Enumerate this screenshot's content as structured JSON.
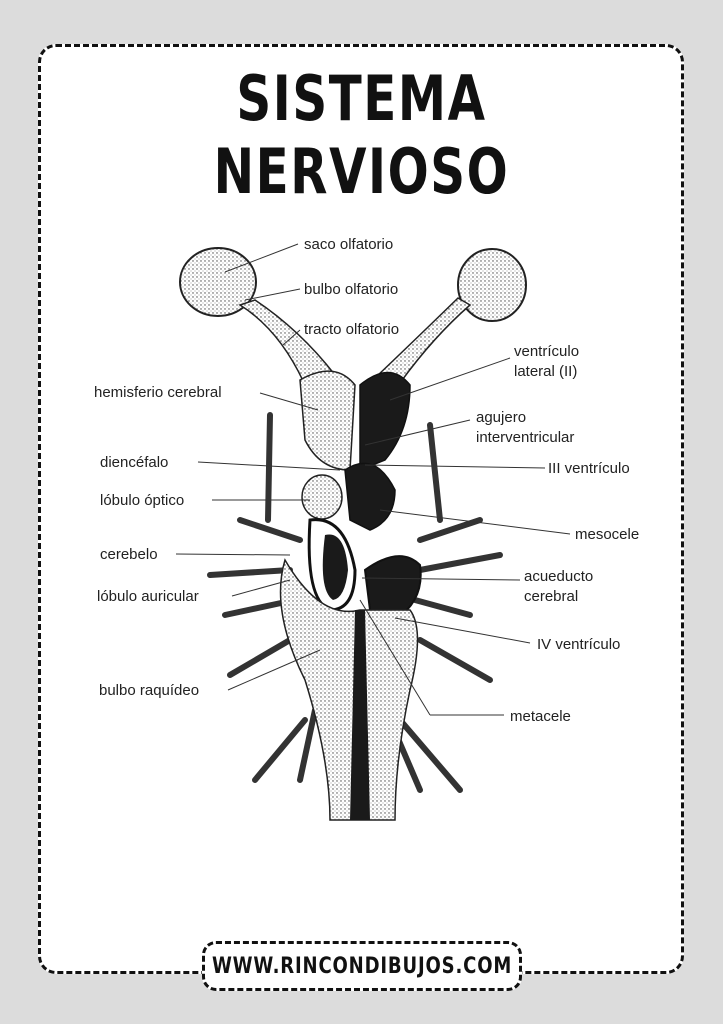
{
  "title": "SISTEMA NERVIOSO",
  "footer": "WWW.RINCONDIBUJOS.COM",
  "labels": {
    "saco_olfatorio": "saco olfatorio",
    "bulbo_olfatorio": "bulbo olfatorio",
    "tracto_olfatorio": "tracto olfatorio",
    "ventriculo_lateral_1": "ventrículo",
    "ventriculo_lateral_2": "lateral (II)",
    "hemisferio_cerebral": "hemisferio cerebral",
    "agujero_1": "agujero",
    "agujero_2": "interventricular",
    "diencefalo": "diencéfalo",
    "iii_ventriculo": "III ventrículo",
    "lobulo_optico": "lóbulo óptico",
    "mesocele": "mesocele",
    "cerebelo": "cerebelo",
    "acueducto_1": "acueducto",
    "acueducto_2": "cerebral",
    "lobulo_auricular": "lóbulo auricular",
    "iv_ventriculo": "IV ventrículo",
    "bulbo_raquideo": "bulbo raquídeo",
    "metacele": "metacele"
  }
}
